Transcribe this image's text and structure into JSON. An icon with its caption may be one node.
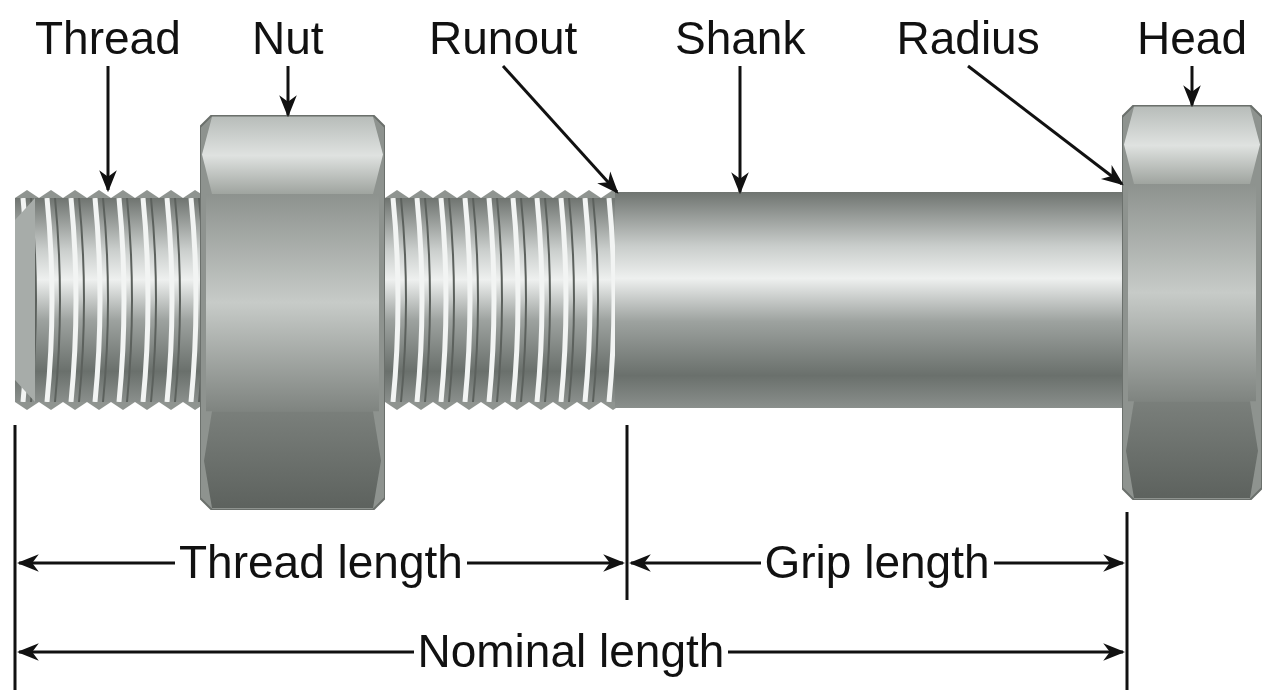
{
  "diagram": {
    "nodes": [
      {
        "text": [
          "Thread"
        ]
      },
      {
        "text": [
          "Nut"
        ]
      },
      {
        "text": [
          "Runout"
        ]
      },
      {
        "text": [
          "Shank"
        ]
      },
      {
        "text": [
          "Radius"
        ]
      },
      {
        "text": [
          "Head"
        ]
      },
      {
        "text": [],
        "shape": "picture"
      },
      {
        "text": [],
        "shape": "picture"
      },
      {
        "text": [],
        "shape": "picture"
      },
      {
        "text": [],
        "shape": "picture"
      }
    ],
    "edges": [
      {
        "from": 0,
        "to": 6,
        "arrow": "to"
      },
      {
        "from": 1,
        "to": 7,
        "arrow": "to"
      },
      {
        "from": 2,
        "to": 8,
        "arrow": "to"
      },
      {
        "from": 3,
        "to": 8,
        "arrow": "to"
      },
      {
        "from": 4,
        "to": 9,
        "arrow": "to"
      },
      {
        "from": 5,
        "to": 9,
        "arrow": "to"
      }
    ],
    "labels": [
      "Thread length",
      "Grip length",
      "Nominal length"
    ]
  }
}
